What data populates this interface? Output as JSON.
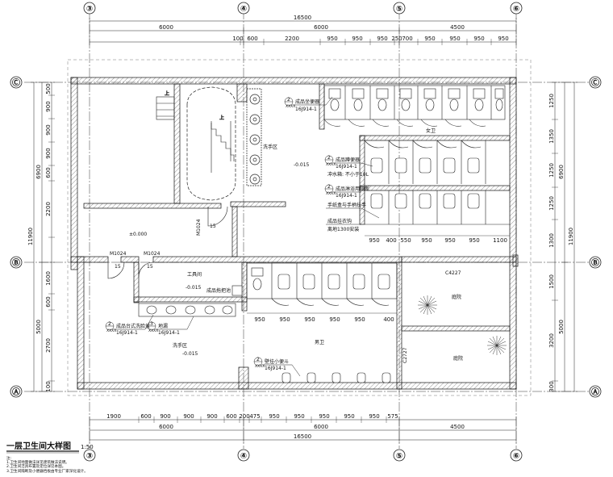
{
  "title": "一层卫生间大样图",
  "scale": "1:50",
  "notes_heading": "注:",
  "notes": [
    "1.卫生间地面做法详见建筑做法说明。",
    "2.卫生间洁具布置及定位详见本图。",
    "3.卫生间隔断及小便器挡板由专业厂家深化设计。"
  ],
  "axes": {
    "vertical": [
      "③",
      "④",
      "⑤",
      "⑥"
    ],
    "horizontal": [
      "Ⓒ",
      "Ⓑ",
      "Ⓐ"
    ]
  },
  "dims": {
    "top_total": "16500",
    "top_main": [
      "6000",
      "6000",
      "4500"
    ],
    "top_detail": [
      "100",
      "600",
      "2200",
      "950",
      "950",
      "950",
      "250",
      "700",
      "950",
      "950",
      "950",
      "950"
    ],
    "bottom_detail": [
      "1900",
      "600",
      "900",
      "900",
      "900",
      "600",
      "200",
      "475",
      "950",
      "950",
      "950",
      "950",
      "950",
      "575"
    ],
    "bottom_main": [
      "6000",
      "6000",
      "4500"
    ],
    "bottom_total": "16500",
    "left_detail": [
      "500",
      "900",
      "900",
      "900",
      "600",
      "2200",
      "1600",
      "600",
      "2700",
      "100"
    ],
    "left_main": [
      "6900",
      "5000"
    ],
    "left_total": "11900",
    "right_detail": [
      "1250",
      "1350",
      "1250",
      "1250",
      "1300",
      "1500",
      "3200",
      "300"
    ],
    "right_main": [
      "6900",
      "5000"
    ],
    "right_total": "11900",
    "inner": [
      "950",
      "400",
      "550",
      "950",
      "950",
      "950",
      "1100"
    ],
    "men_row": [
      "950",
      "950",
      "950",
      "950",
      "950",
      "400"
    ]
  },
  "rooms": {
    "handwash_upper": "洗手区",
    "handwash_lower": "洗手区",
    "women": "女卫",
    "men": "男卫",
    "tool_room": "工具间",
    "atrium1": "庭院",
    "atrium2": "庭院"
  },
  "levels": {
    "l1": "-0.015",
    "l2": "±0.000",
    "l3": "-0.015",
    "l4": "-0.015"
  },
  "doors": {
    "d1": "M1024",
    "d2": "M1024",
    "d3": "M1024",
    "w1": "C4227",
    "w2": "C2727",
    "s1": "15",
    "s2": "15",
    "s3": "15"
  },
  "annotations": {
    "a1_num": "2",
    "a1_text": "成品坐便器",
    "a1_ref": "16J914-1",
    "a2_num": "2",
    "a2_text": "成品蹲便器",
    "a2_ref": "16J914-1",
    "a2_note": "冲水箱: 不小于10L",
    "a3_num": "2",
    "a3_text": "成品淋浴用隔断",
    "a3_ref": "16J914-1",
    "a4_text": "手纸盒与手柄扶手",
    "a5_text": "成品挂衣钩",
    "a5_note": "离地1300安装",
    "a6_num": "2",
    "a6_text": "成品台式洗脸盆",
    "a6_ref": "16J914-1",
    "a7_num": "3",
    "a7_text": "地漏",
    "a7_ref": "16J914-1",
    "a8_num": "2",
    "a8_text": "壁挂小便斗",
    "a8_ref": "16J914-1",
    "a9_text": "成品拖把池",
    "sheet_code": "XXXX"
  }
}
